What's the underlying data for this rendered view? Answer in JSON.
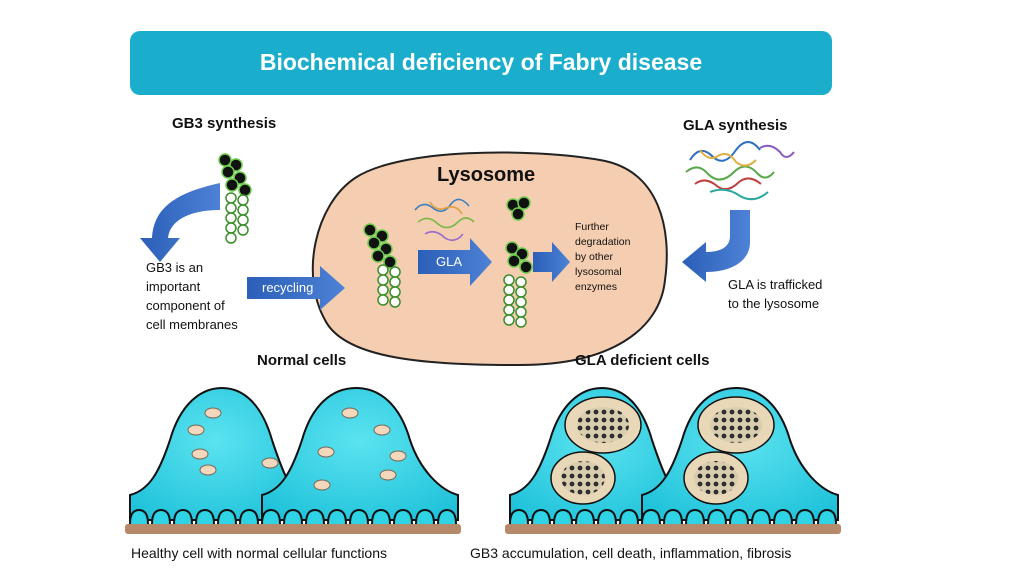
{
  "title": "Biochemical deficiency of Fabry disease",
  "gb3": {
    "heading": "GB3 synthesis",
    "description": [
      "GB3 is an",
      "important",
      "component of",
      "cell  membranes"
    ]
  },
  "gla": {
    "heading": "GLA synthesis",
    "description": [
      "GLA is trafficked",
      "to the  lysosome"
    ]
  },
  "lysosome": {
    "heading": "Lysosome",
    "enzyme_label": "GLA",
    "degradation": [
      "Further",
      "degradation",
      "by other",
      "lysosomal",
      "enzymes"
    ]
  },
  "recycling_label": "recycling",
  "normal": {
    "heading": "Normal cells",
    "caption": "Healthy cell with normal cellular functions"
  },
  "deficient": {
    "heading": "GLA deficient cells",
    "caption": "GB3 accumulation, cell death, inflammation, fibrosis"
  },
  "colors": {
    "banner": "#1AADCC",
    "arrow": "#3A6FC4",
    "lysosome_fill": "#F5CDB0",
    "cell_fill": "#2ED3E6",
    "vesicle": "#F3D8BE",
    "membrane": "#B58A6A"
  }
}
